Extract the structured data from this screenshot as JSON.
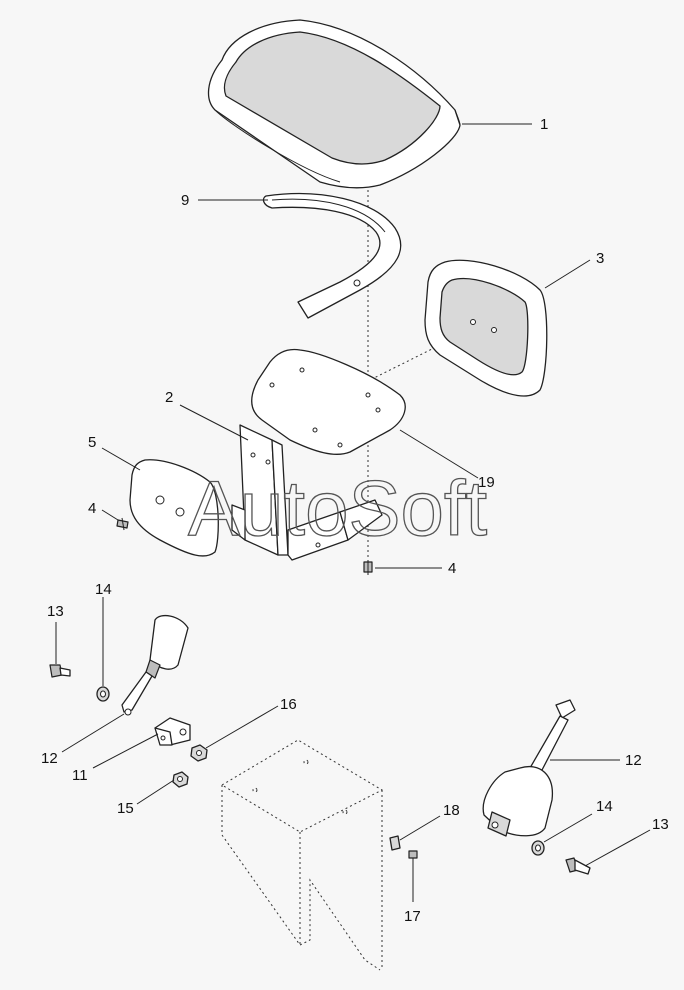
{
  "watermark": "AutoSoft",
  "callouts": [
    {
      "id": "c1",
      "label": "1"
    },
    {
      "id": "c9",
      "label": "9"
    },
    {
      "id": "c3",
      "label": "3"
    },
    {
      "id": "c2",
      "label": "2"
    },
    {
      "id": "c19",
      "label": "19"
    },
    {
      "id": "c5",
      "label": "5"
    },
    {
      "id": "c4a",
      "label": "4"
    },
    {
      "id": "c4b",
      "label": "4"
    },
    {
      "id": "c13a",
      "label": "13"
    },
    {
      "id": "c14a",
      "label": "14"
    },
    {
      "id": "c16",
      "label": "16"
    },
    {
      "id": "c12a",
      "label": "12"
    },
    {
      "id": "c11",
      "label": "11"
    },
    {
      "id": "c15",
      "label": "15"
    },
    {
      "id": "c18",
      "label": "18"
    },
    {
      "id": "c17",
      "label": "17"
    },
    {
      "id": "c12b",
      "label": "12"
    },
    {
      "id": "c14b",
      "label": "14"
    },
    {
      "id": "c13b",
      "label": "13"
    }
  ]
}
